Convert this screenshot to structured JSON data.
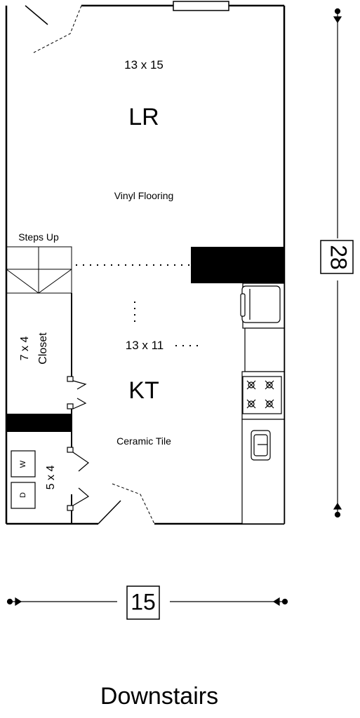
{
  "rooms": {
    "living_room": {
      "name": "LR",
      "size": "13 x 15",
      "flooring": "Vinyl Flooring"
    },
    "kitchen": {
      "name": "KT",
      "size": "13 x 11",
      "flooring": "Ceramic Tile"
    },
    "stairs": {
      "label": "Steps Up"
    },
    "closet": {
      "size": "7 x 4",
      "name": "Closet"
    },
    "laundry": {
      "size": "5 x 4",
      "washer": "W",
      "dryer": "D"
    }
  },
  "dimensions": {
    "height": "28",
    "width": "15"
  },
  "caption": "Downstairs"
}
